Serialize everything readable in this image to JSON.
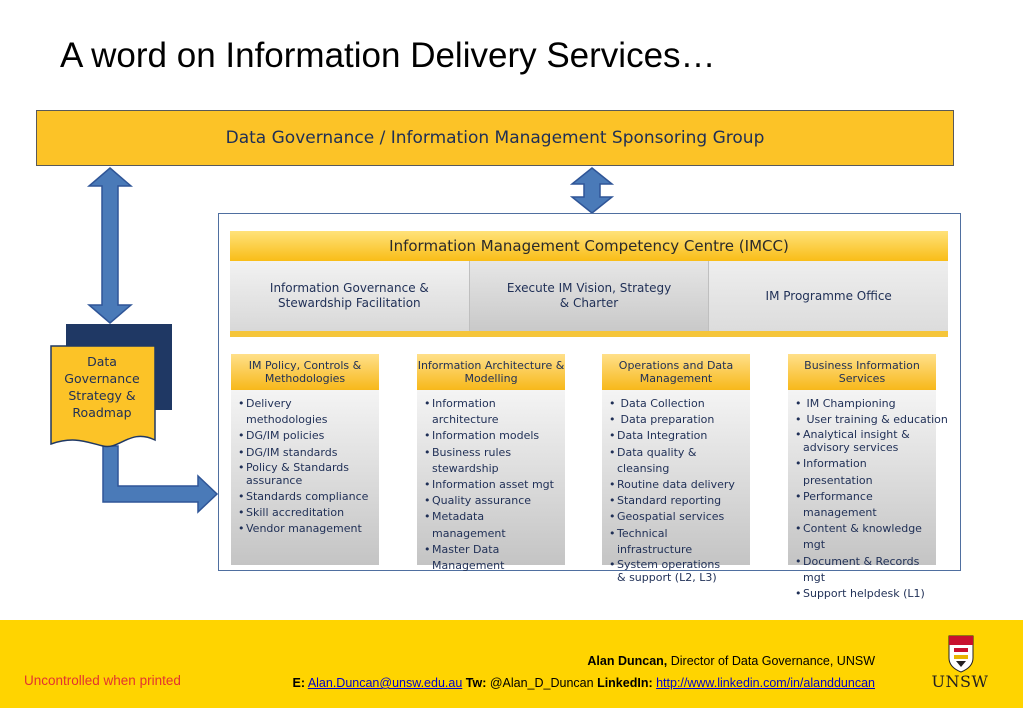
{
  "slide": {
    "title": "A word on Information Delivery Services…"
  },
  "sponsor": {
    "label": "Data Governance / Information Management Sponsoring Group"
  },
  "imcc": {
    "title": "Information Management Competency Centre (IMCC)",
    "functions": [
      {
        "line1": "Information Governance &",
        "line2": "Stewardship Facilitation"
      },
      {
        "line1": "Execute IM Vision, Strategy",
        "line2": "& Charter"
      },
      {
        "line1": "IM Programme Office",
        "line2": ""
      }
    ],
    "columns": [
      {
        "head1": "IM Policy, Controls &",
        "head2": "Methodologies",
        "items": [
          "Delivery methodologies",
          "DG/IM policies",
          "DG/IM standards",
          "Policy & Standards assurance",
          "Standards compliance",
          "Skill accreditation",
          "Vendor management"
        ]
      },
      {
        "head1": "Information Architecture &",
        "head2": "Modelling",
        "items": [
          "Information architecture",
          "Information models",
          "Business rules stewardship",
          "Information asset mgt",
          "Quality assurance",
          "Metadata management",
          "Master Data Management"
        ]
      },
      {
        "head1": "Operations and Data",
        "head2": "Management",
        "items": [
          " Data Collection",
          " Data preparation",
          "Data Integration",
          "Data quality & cleansing",
          "Routine data delivery",
          "Standard reporting",
          "Geospatial services",
          "Technical infrastructure",
          "System operations & support (L2, L3)"
        ]
      },
      {
        "head1": "Business Information",
        "head2": "Services",
        "items": [
          " IM Championing",
          " User training & education",
          "Analytical insight & advisory services",
          "Information presentation",
          "Performance management",
          "Content & knowledge mgt",
          "Document & Records mgt",
          "Support helpdesk (L1)"
        ]
      }
    ]
  },
  "strategy_doc": {
    "line1": "Data",
    "line2": "Governance",
    "line3": "Strategy &",
    "line4": "Roadmap"
  },
  "footer": {
    "name": "Alan Duncan,",
    "role": " Director of Data Governance, UNSW",
    "email_label": "E:",
    "email": "Alan.Duncan@unsw.edu.au",
    "twitter_label": "Tw:",
    "twitter": "@Alan_D_Duncan",
    "linkedin_label": "LinkedIn:",
    "linkedin": "http://www.linkedin.com/in/alandduncan",
    "uncontrolled": "Uncontrolled when printed",
    "logo_text": "UNSW"
  },
  "colors": {
    "accent_yellow": "#fcc327",
    "arrow_blue": "#4a7ab8",
    "navy": "#1f3864",
    "footer_yellow": "#ffd400"
  }
}
